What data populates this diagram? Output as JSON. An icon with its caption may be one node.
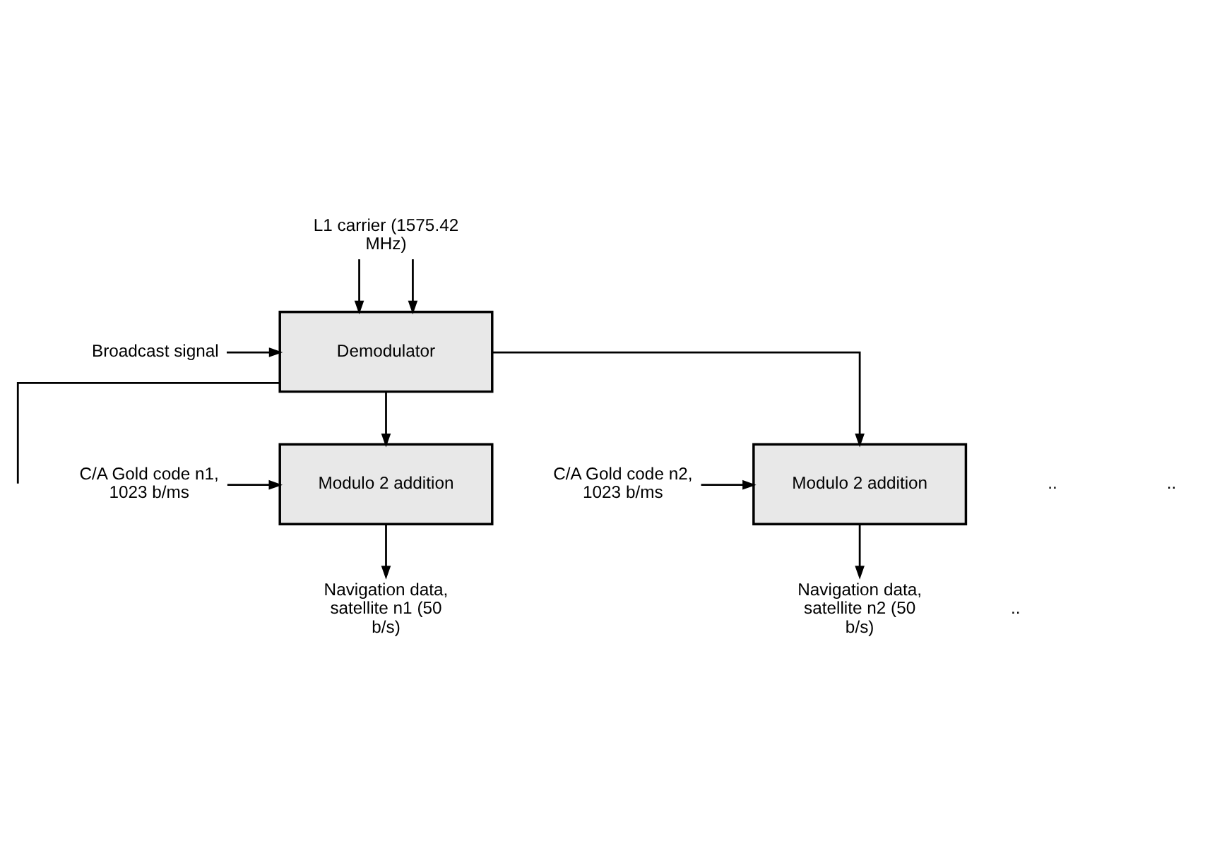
{
  "diagram": {
    "nodes": [
      {
        "text": [
          "L1 carrier (1575.42 MHz)"
        ]
      },
      {
        "text": [
          "Broadcast signal"
        ]
      },
      {
        "text": [
          "Demodulator"
        ]
      },
      {
        "text": [
          "C/A Gold code n1, 1023 b/ms"
        ]
      },
      {
        "text": [
          "Modulo 2 addition"
        ]
      },
      {
        "text": [
          "C/A Gold code n2, 1023 b/ms"
        ]
      },
      {
        "text": [
          "Modulo 2 addition"
        ]
      },
      {
        "text": [
          "Navigation data, satellite n1 (50 b/s)"
        ]
      },
      {
        "text": [
          "Navigation data, satellite n2 (50 b/s)"
        ]
      }
    ],
    "edges": [
      {
        "from": 0,
        "to": 2,
        "arrow": "to"
      },
      {
        "from": 0,
        "to": 2,
        "arrow": "to"
      },
      {
        "from": 1,
        "to": 2,
        "arrow": "to"
      },
      {
        "from": 2,
        "to": 4,
        "arrow": "to"
      },
      {
        "from": 2,
        "to": 6,
        "arrow": "to"
      },
      {
        "from": 2,
        "to": null,
        "arrow": "none"
      },
      {
        "from": 3,
        "to": 4,
        "arrow": "to"
      },
      {
        "from": 5,
        "to": 6,
        "arrow": "to"
      },
      {
        "from": 4,
        "to": 7,
        "arrow": "to"
      },
      {
        "from": 6,
        "to": 8,
        "arrow": "to"
      }
    ],
    "labels": [
      "..",
      "..",
      ".."
    ]
  }
}
